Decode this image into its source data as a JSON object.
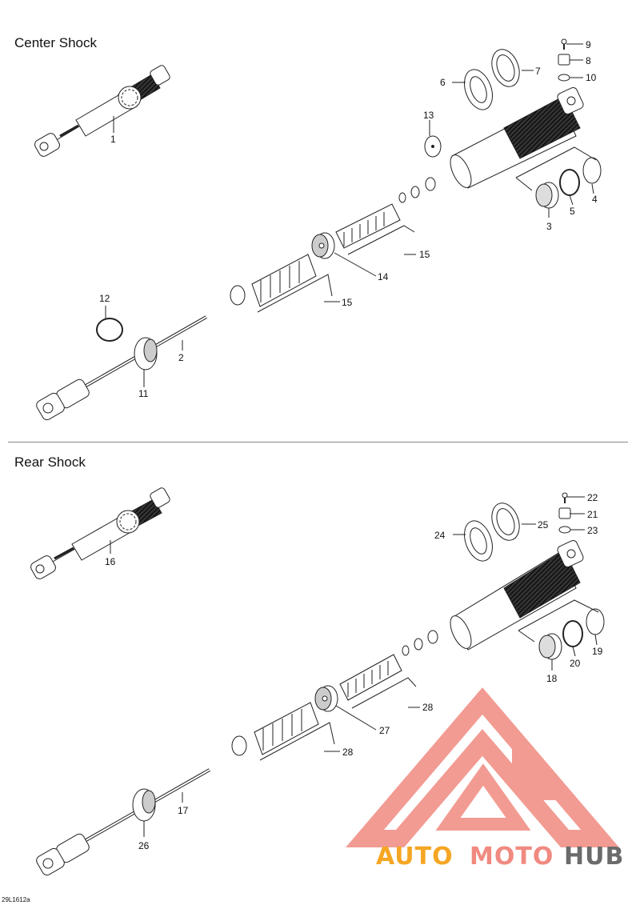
{
  "sections": {
    "center": {
      "title": "Center Shock"
    },
    "rear": {
      "title": "Rear Shock"
    }
  },
  "doc_code": "29L1612a",
  "watermark": {
    "part1": "AUTO",
    "part2": "MOTO",
    "part3": "HUB",
    "colors": {
      "red": "#f08a80",
      "orange": "#f5a623",
      "gray": "#6b6b6b"
    }
  },
  "callouts": {
    "c1": "1",
    "c2": "2",
    "c3": "3",
    "c4": "4",
    "c5": "5",
    "c6": "6",
    "c7": "7",
    "c8": "8",
    "c9": "9",
    "c10": "10",
    "c11": "11",
    "c12": "12",
    "c13": "13",
    "c14": "14",
    "c15a": "15",
    "c15b": "15",
    "c16": "16",
    "c17": "17",
    "c18": "18",
    "c19": "19",
    "c20": "20",
    "c21": "21",
    "c22": "22",
    "c23": "23",
    "c24": "24",
    "c25": "25",
    "c26": "26",
    "c27": "27",
    "c28a": "28",
    "c28b": "28"
  }
}
